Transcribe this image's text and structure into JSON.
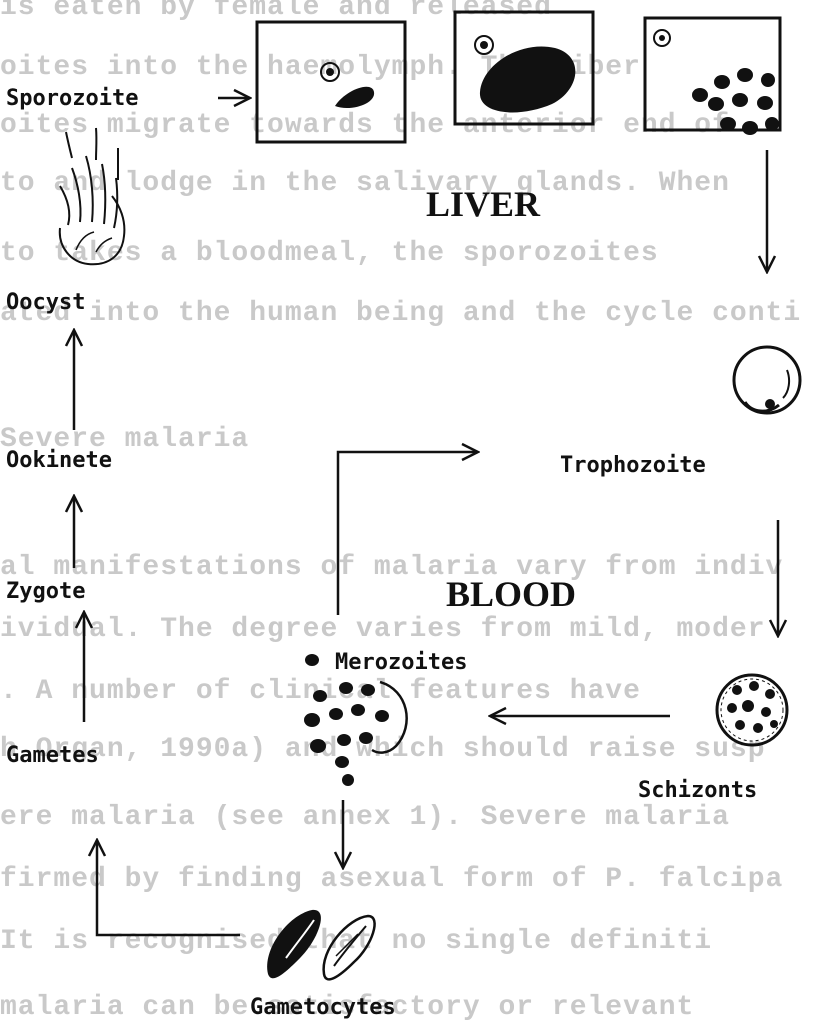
{
  "background_text": [
    "is eaten by female and released",
    "oites  into  the haemolymph.  The liber",
    "oites migrate towards the anterior end of",
    "to and lodge in the salivary glands.  When",
    "to  takes  a  bloodmeal,  the  sporozoites",
    "ated into the human being and the cycle conti",
    "Severe malaria",
    "al manifestations of malaria vary from indiv",
    "ividual.  The degree varies from mild, moder",
    ".   A  number  of  clinical  features  have",
    "h Organ, 1990a) and which should raise susp",
    "ere malaria (see annex 1).  Severe malaria",
    "firmed by finding asexual form of P. falcipa",
    "  It is recognised that no single definiti",
    " malaria can be satisfactory or relevant"
  ],
  "stages": {
    "sporozoite": "Sporozoite",
    "oocyst": "Oocyst",
    "ookinete": "Ookinete",
    "zygote": "Zygote",
    "gametes": "Gametes",
    "gametocytes": "Gametocytes",
    "merozoites": "Merozoites",
    "trophozoite": "Trophozoite",
    "schizonts": "Schizonts"
  },
  "regions": {
    "liver": "LIVER",
    "blood": "BLOOD"
  },
  "colors": {
    "ink": "#111111",
    "background_text": "#c9c9c9"
  }
}
